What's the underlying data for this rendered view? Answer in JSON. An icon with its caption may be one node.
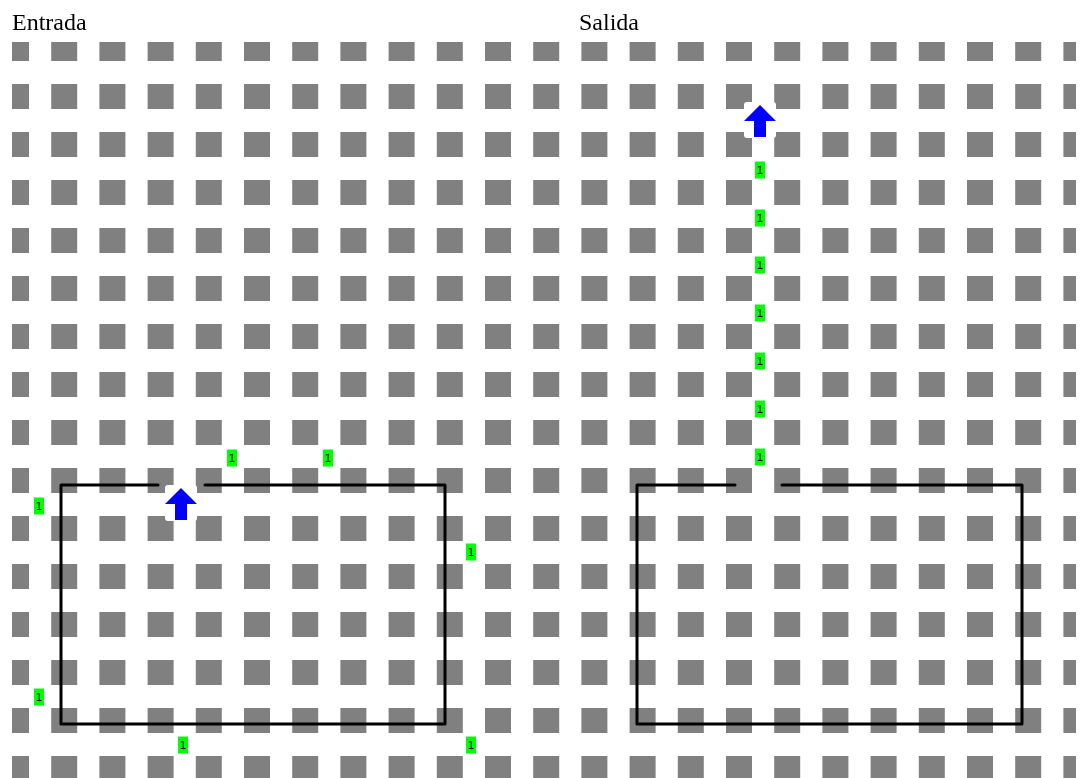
{
  "diagram": {
    "nodes": [
      {
        "text": [],
        "shape": "box"
      },
      {
        "text": [],
        "shape": "box"
      }
    ],
    "labels": [
      "Entrada",
      "Salida",
      "1",
      "1",
      "1",
      "1",
      "1",
      "1",
      "1",
      "1",
      "1",
      "1",
      "1",
      "1",
      "1",
      "1"
    ]
  }
}
